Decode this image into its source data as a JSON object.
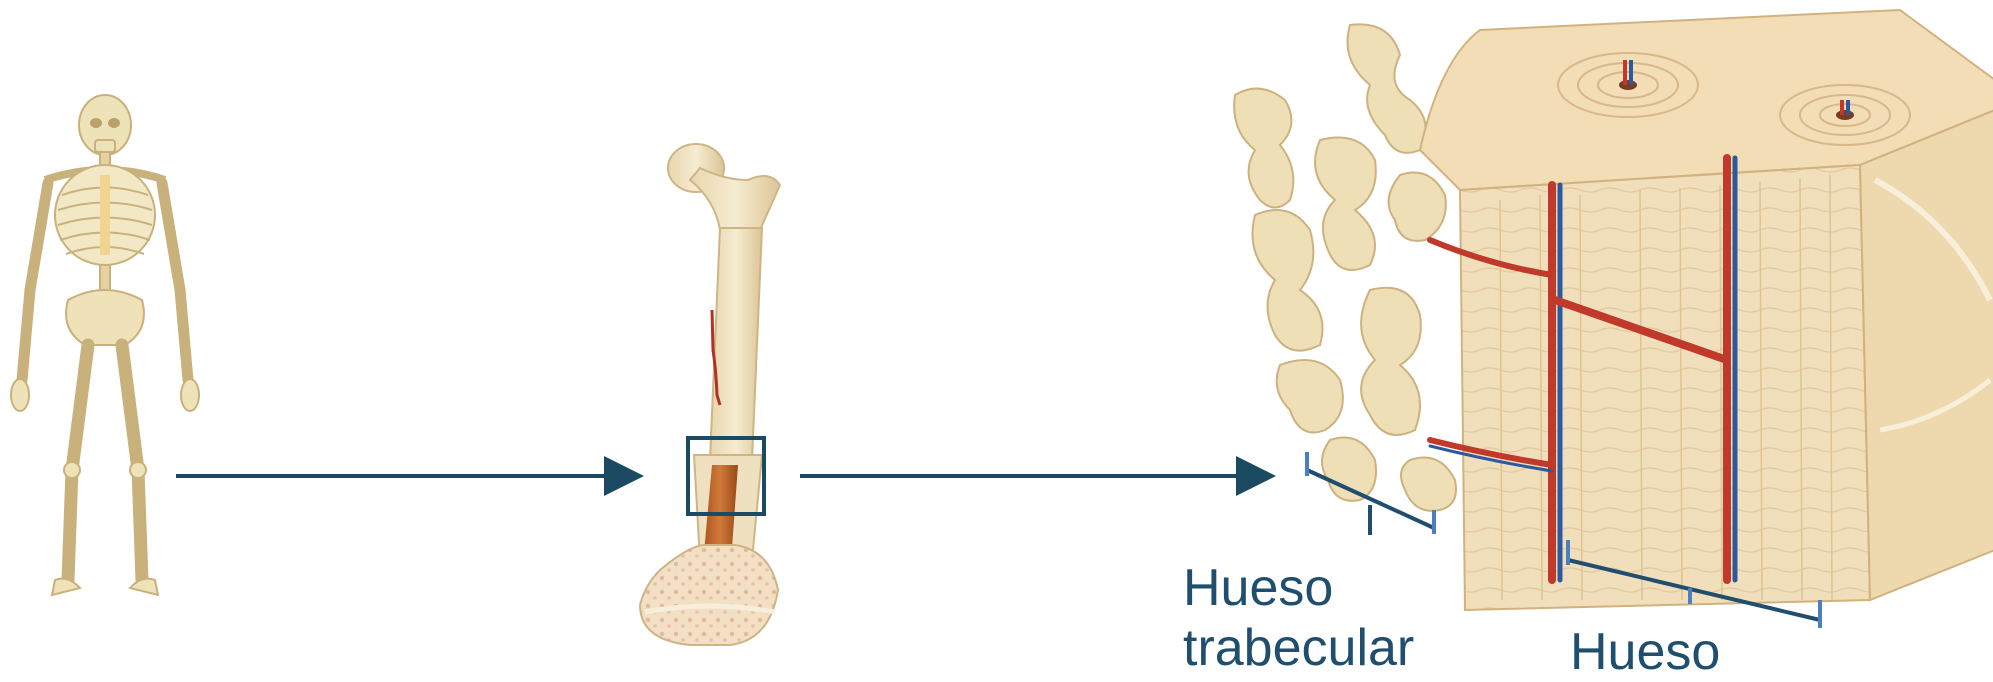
{
  "labels": {
    "trabecular_line1": "Hueso",
    "trabecular_line2": "trabecular",
    "cortical_line1": "Hueso"
  },
  "colors": {
    "arrow": "#1b4a63",
    "label_text": "#1f4e6e",
    "bracket": "#1f4e6e",
    "bracket_tick": "#4a7fc0",
    "bone": "#efe2c0",
    "bone_shade": "#d9c392",
    "vessel_red": "#c0392b",
    "vessel_blue": "#2c5aa0"
  },
  "icons": {
    "skeleton": "human-skeleton-icon",
    "femur": "femur-bone-icon",
    "bone_block": "bone-tissue-cross-section-icon"
  }
}
